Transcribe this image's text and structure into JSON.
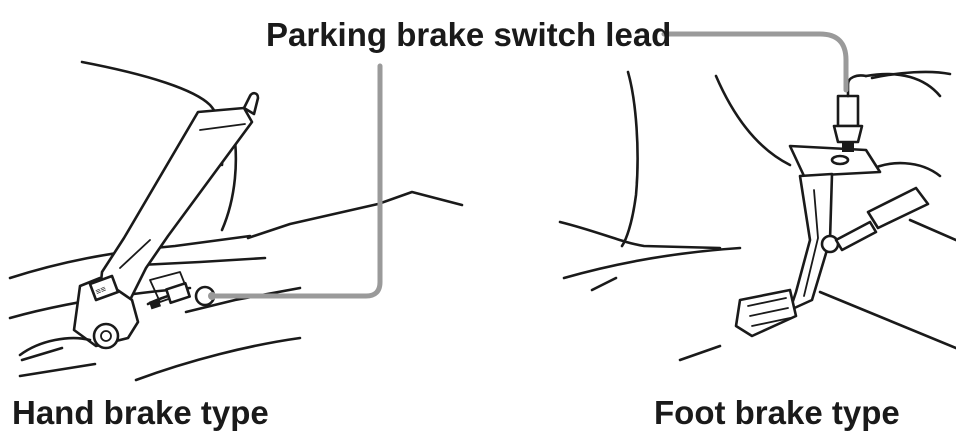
{
  "callout": {
    "label": "Parking brake switch lead"
  },
  "views": [
    {
      "caption": "Hand brake type",
      "icon": "hand-brake-lever"
    },
    {
      "caption": "Foot brake type",
      "icon": "foot-brake-pedal"
    }
  ],
  "colors": {
    "line": "#1a1a1a",
    "leader": "#9a9a9a",
    "background": "#ffffff"
  }
}
